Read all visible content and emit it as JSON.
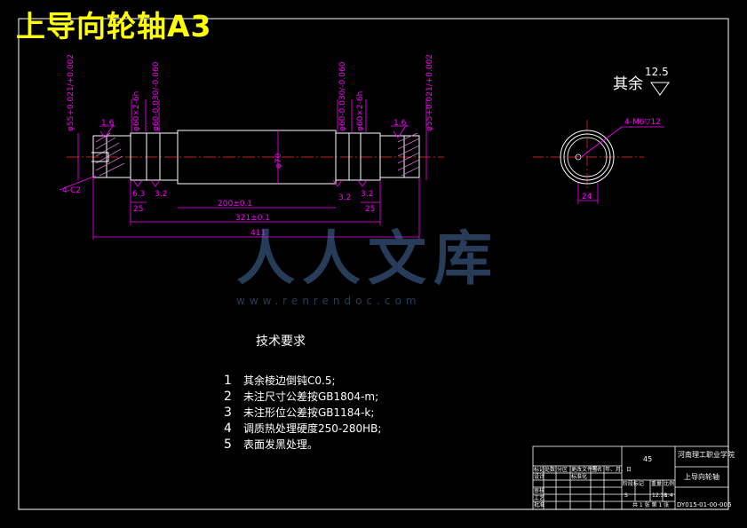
{
  "title": "上导向轮轴A3",
  "roughness": {
    "label": "其余",
    "value": "12.5"
  },
  "dimensions": {
    "d1": "φ55+0.021/+0.002",
    "d2": "φ60×2-6h",
    "d3": "φ60-0.030/-0.060",
    "d4": "φ60-0.030/-0.060",
    "d5": "φ60×2-6h",
    "d6": "φ55+0.021/+0.002",
    "d_mid": "φ70",
    "r16a": "1.6",
    "r16b": "1.6",
    "r32a": "3.2",
    "r32b": "3.2",
    "r32c": "3.2",
    "r63": "6.3",
    "l25a": "25",
    "l25b": "25",
    "l200": "200±0.1",
    "l321": "321±0.1",
    "l411": "411",
    "chamfer": "4-C2",
    "thread": "4-M6▽12",
    "l24": "24"
  },
  "tech": {
    "heading": "技术要求",
    "items": [
      {
        "num": "1",
        "text": "其余棱边倒钝C0.5;"
      },
      {
        "num": "2",
        "text": "未注尺寸公差按GB1804-m;"
      },
      {
        "num": "3",
        "text": "未注形位公差按GB1184-k;"
      },
      {
        "num": "4",
        "text": "调质热处理硬度250-280HB;"
      },
      {
        "num": "5",
        "text": "表面发黑处理。"
      }
    ]
  },
  "titleblock": {
    "material": "45",
    "school": "河南理工职业学院",
    "part_name": "上导向轮轴",
    "drawing_no": "DY015-01-00-006",
    "scale": "1:4",
    "weight": "12.38",
    "sheet": "共 1 张 第 1 张",
    "rows": [
      "标记",
      "处数",
      "分区",
      "更改文件号",
      "签名",
      "年、月、日",
      "设计",
      "标准化",
      "阶段标记",
      "重量",
      "比例",
      "审核",
      "工艺",
      "批准",
      "S"
    ]
  },
  "watermark": {
    "main": "人人文库",
    "sub": "www.renrendoc.com"
  }
}
